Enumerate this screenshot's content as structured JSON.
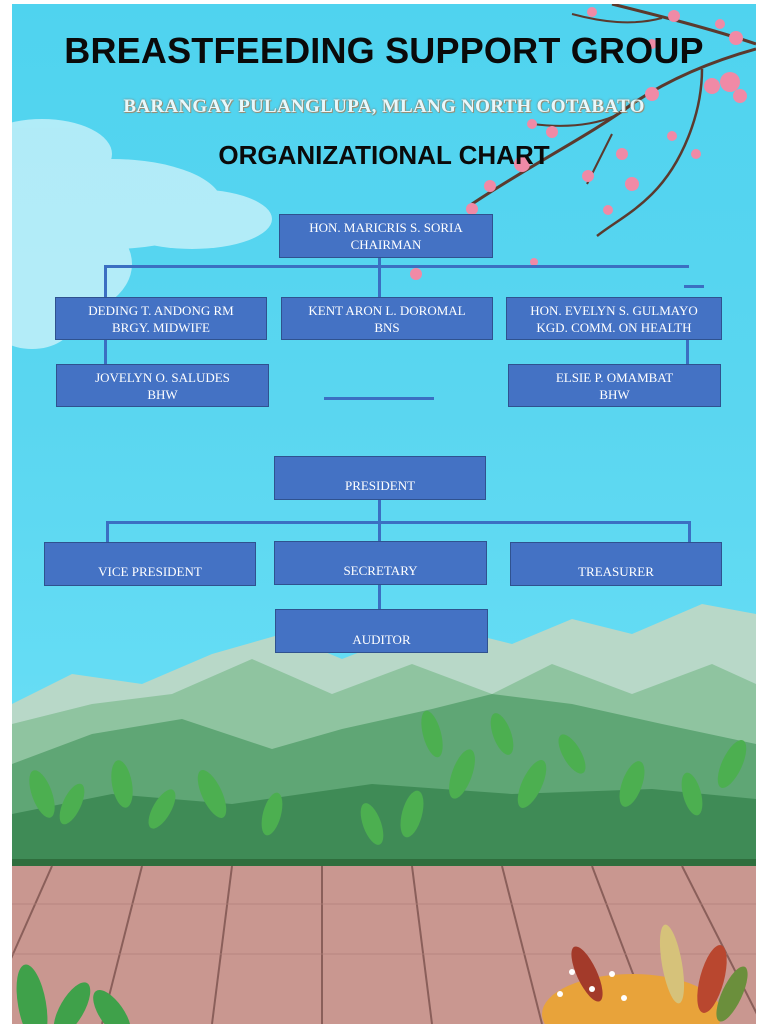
{
  "header": {
    "title": "BREASTFEEDING SUPPORT GROUP",
    "location": "BARANGAY PULANGLUPA, MLANG NORTH COTABATO",
    "subtitle": "ORGANIZATIONAL CHART"
  },
  "officials": {
    "chairman": {
      "name": "HON. MARICRIS S. SORIA",
      "role": "CHAIRMAN"
    },
    "midwife": {
      "name": "DEDING T. ANDONG RM",
      "role": "BRGY. MIDWIFE"
    },
    "bns": {
      "name": "KENT ARON L. DOROMAL",
      "role": "BNS"
    },
    "health": {
      "name": "HON. EVELYN S. GULMAYO",
      "role": "KGD. COMM. ON HEALTH"
    },
    "bhw_left": {
      "name": "JOVELYN O. SALUDES",
      "role": "BHW"
    },
    "bhw_right": {
      "name": "ELSIE P. OMAMBAT",
      "role": "BHW"
    }
  },
  "officers": {
    "president": "PRESIDENT",
    "vice_president": "VICE PRESIDENT",
    "secretary": "SECRETARY",
    "treasurer": "TREASURER",
    "auditor": "AUDITOR"
  },
  "colors": {
    "box": "#4472c4",
    "box_border": "#2f528f",
    "connector": "#3b6fc2",
    "sky": "#4fd3ef"
  }
}
